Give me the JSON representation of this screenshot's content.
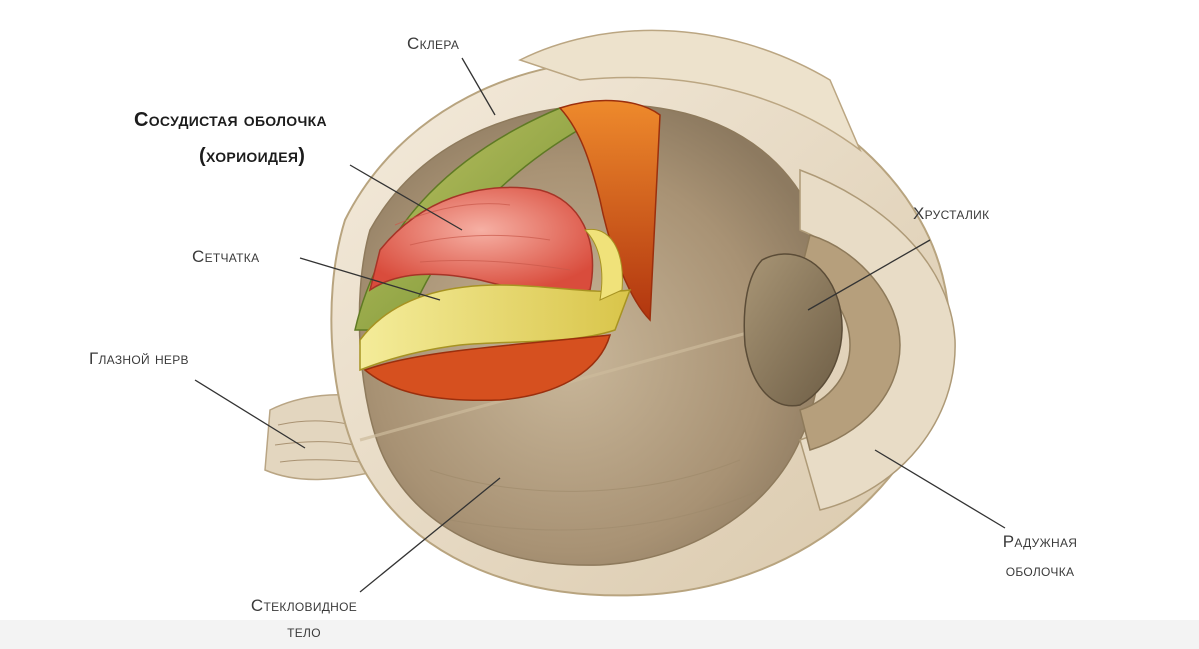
{
  "diagram": {
    "labels": {
      "sclera": "Склера",
      "choroid_line1": "Сосудистая оболочка",
      "choroid_line2": "(хориоидея)",
      "retina": "Сетчатка",
      "optic_nerve": "Глазной нерв",
      "vitreous_line1": "Стекловидное",
      "vitreous_line2": "тело",
      "lens": "Хрусталик",
      "iris_line1": "Радужная",
      "iris_line2": "оболочка"
    }
  }
}
